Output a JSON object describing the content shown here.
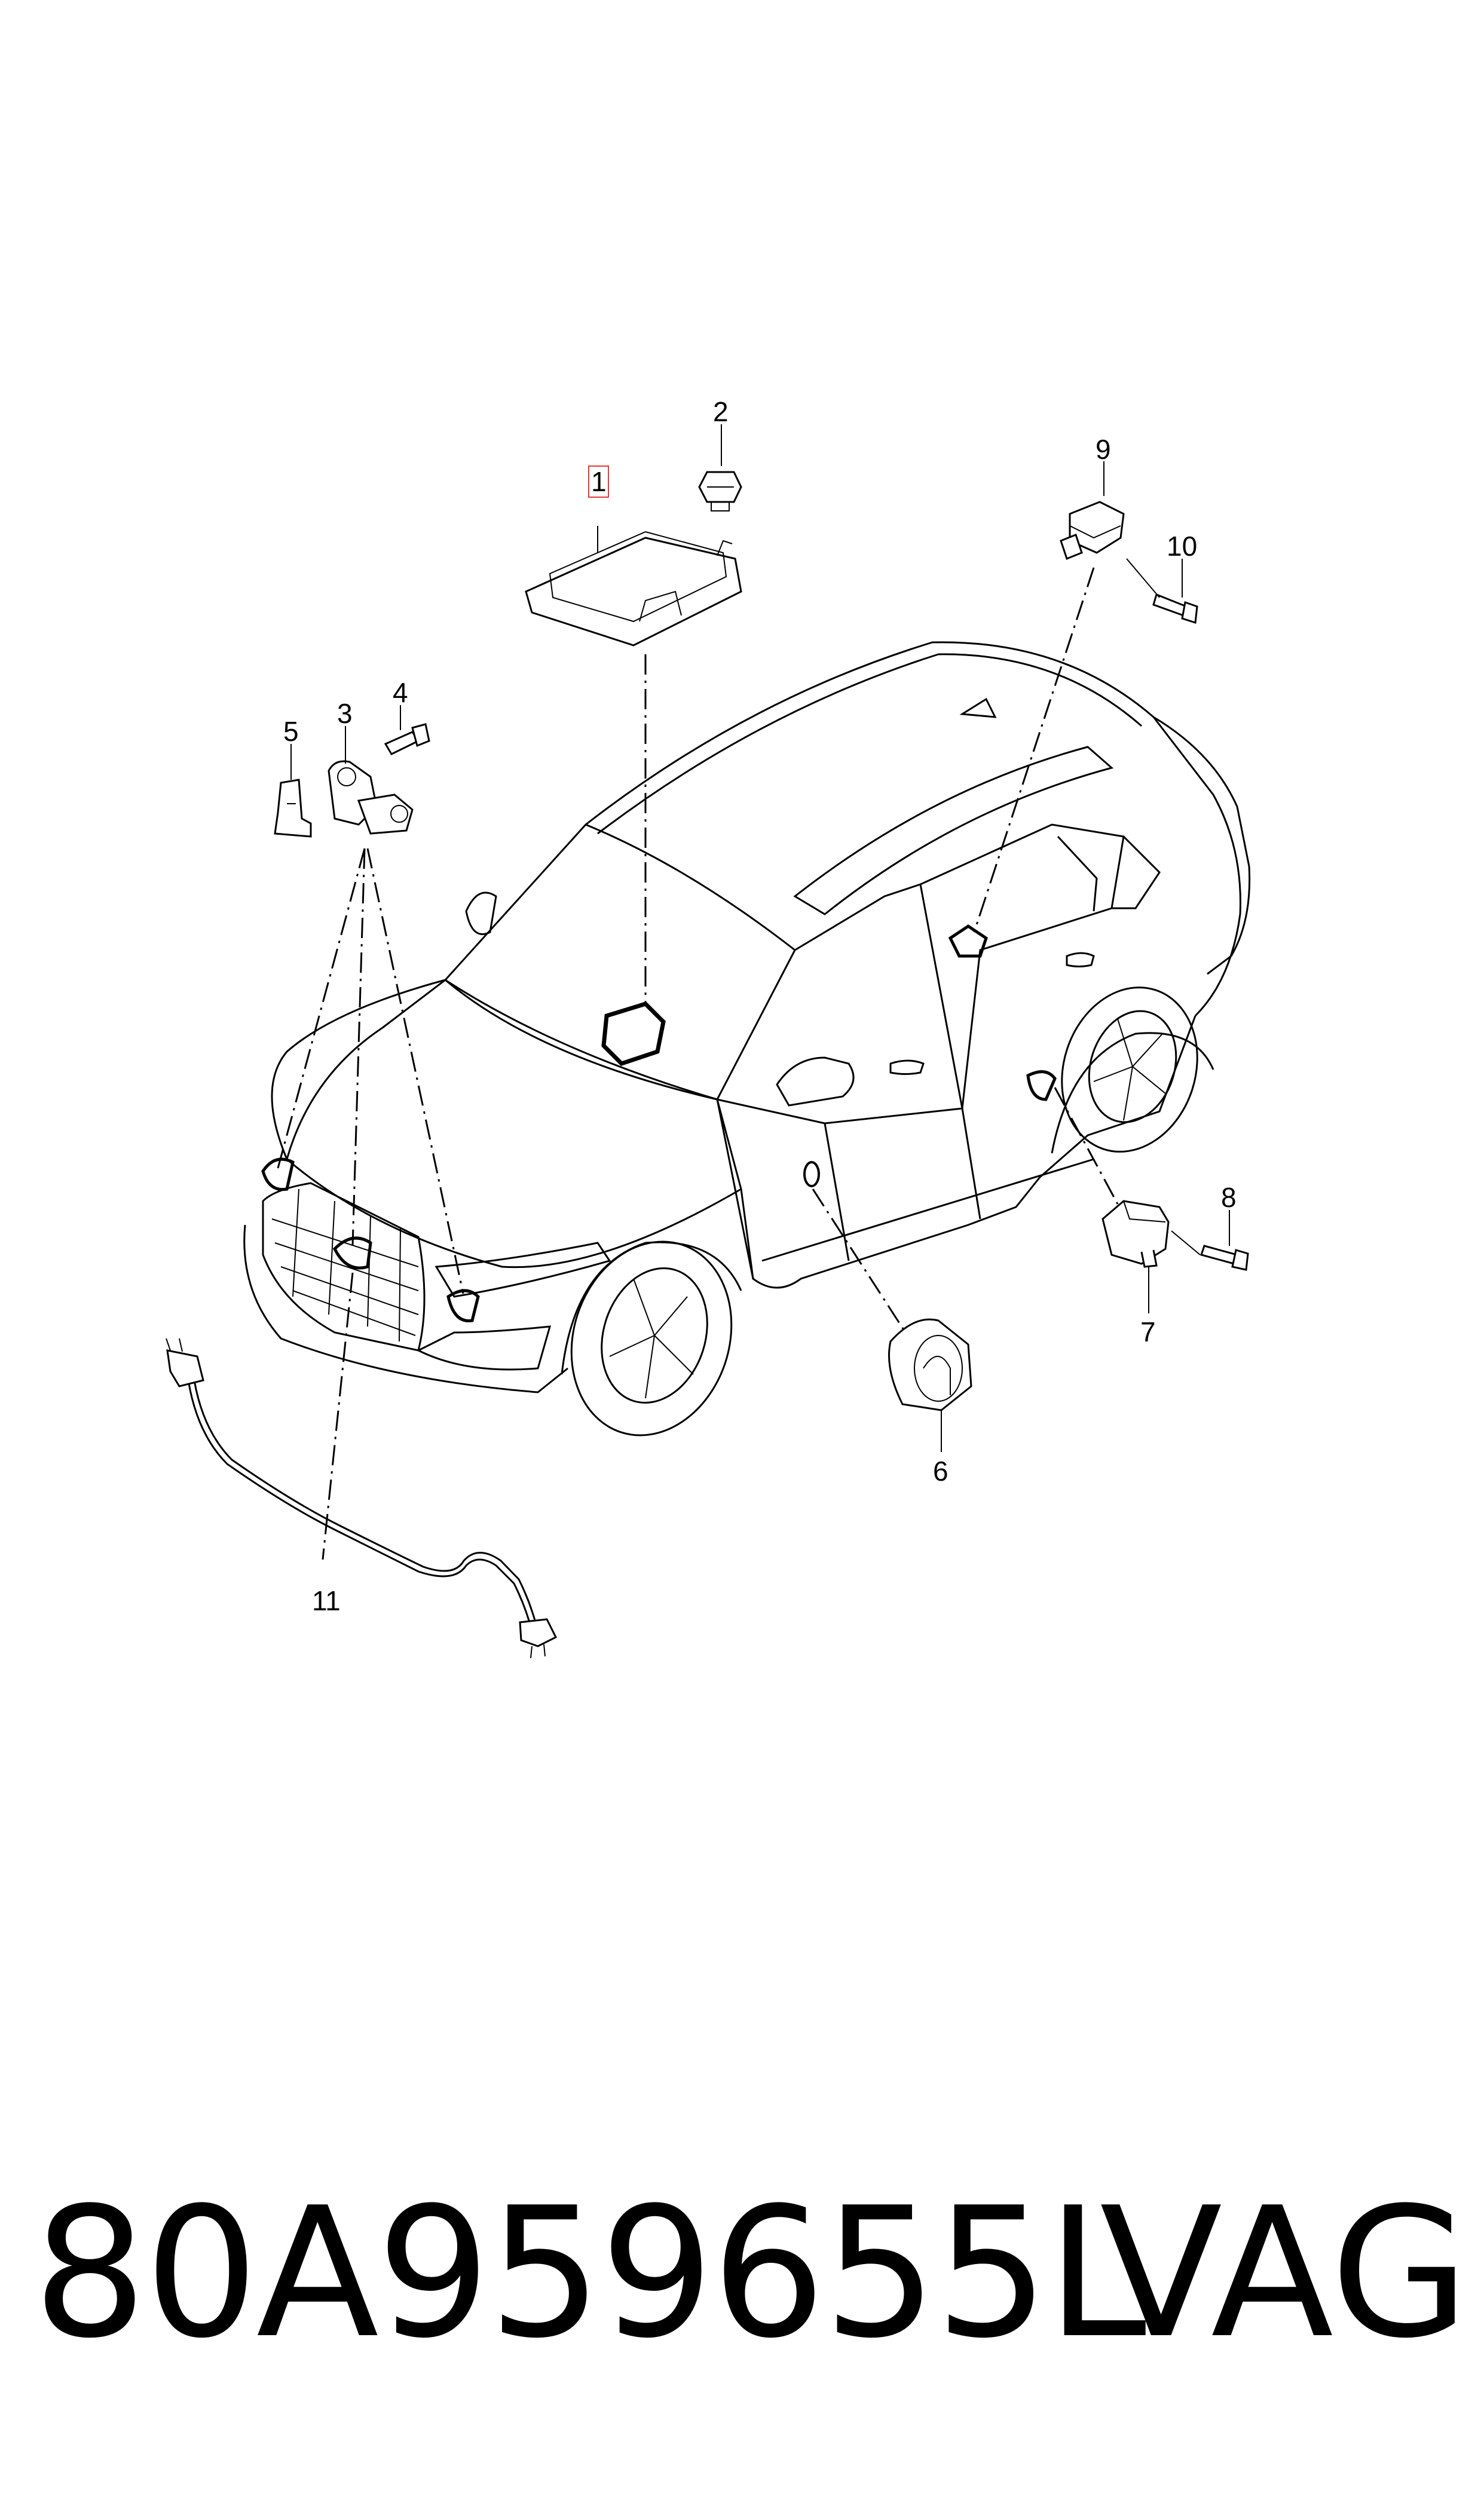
{
  "callouts": [
    {
      "id": "1",
      "text": "1",
      "highlighted": true
    },
    {
      "id": "2",
      "text": "2"
    },
    {
      "id": "3",
      "text": "3"
    },
    {
      "id": "4",
      "text": "4"
    },
    {
      "id": "5",
      "text": "5"
    },
    {
      "id": "6",
      "text": "6"
    },
    {
      "id": "7",
      "text": "7"
    },
    {
      "id": "8",
      "text": "8"
    },
    {
      "id": "9",
      "text": "9"
    },
    {
      "id": "10",
      "text": "10"
    },
    {
      "id": "11",
      "text": "11"
    }
  ],
  "footer": {
    "part_number": "80A959655L",
    "brand": "VAG"
  },
  "colors": {
    "line": "#000000",
    "highlight_box": "#e53935",
    "background": "#ffffff"
  }
}
